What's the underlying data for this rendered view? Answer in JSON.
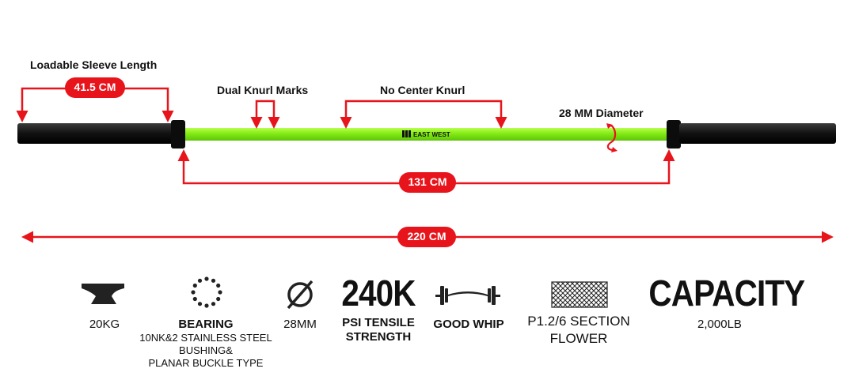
{
  "labels": {
    "loadable_sleeve": "Loadable Sleeve Length",
    "dual_knurl": "Dual Knurl Marks",
    "no_center_knurl": "No Center Knurl",
    "diameter": "28 MM Diameter"
  },
  "measurements": {
    "sleeve": "41.5 CM",
    "shaft": "131 CM",
    "total": "220 CM"
  },
  "brand": "EAST WEST",
  "specs": [
    {
      "icon": "anvil-icon",
      "value": "20KG"
    },
    {
      "icon": "bearing-icon",
      "title": "BEARING",
      "lines": [
        "10NK&2 STAINLESS STEEL",
        "BUSHING&",
        "PLANAR BUCKLE TYPE"
      ]
    },
    {
      "icon": "diameter-icon",
      "value": "28MM"
    },
    {
      "big": "240K",
      "value_lines": [
        "PSI TENSILE",
        "STRENGTH"
      ]
    },
    {
      "icon": "barbell-whip-icon",
      "value": "GOOD WHIP"
    },
    {
      "icon": "knurl-pattern-icon",
      "value_lines": [
        "P1.2/6 SECTION",
        "FLOWER"
      ]
    },
    {
      "big": "CAPACITY",
      "value": "2,000LB"
    }
  ],
  "colors": {
    "accent_red": "#e8141b",
    "shaft_green": "#8ef21a",
    "sleeve_black": "#111111"
  }
}
